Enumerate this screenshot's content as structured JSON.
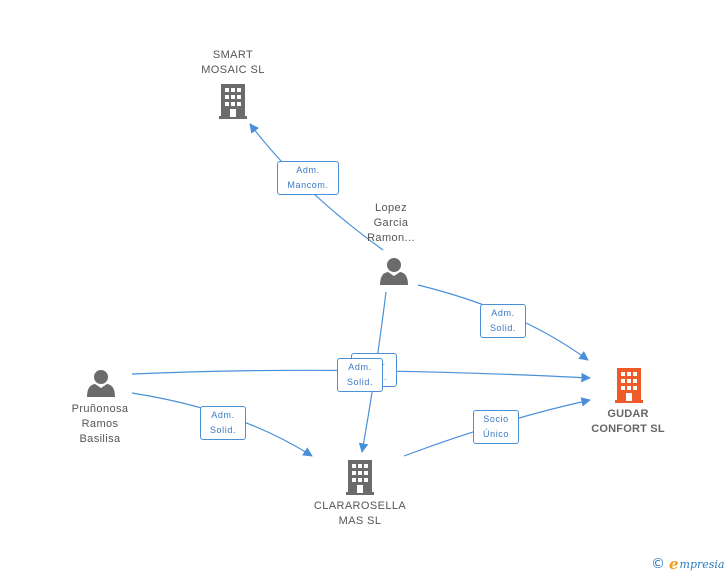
{
  "colors": {
    "edge": "#4a90d9",
    "company_icon": "#6b6b6b",
    "person_icon": "#6b6b6b",
    "main_company_icon": "#f05a28"
  },
  "nodes": {
    "smart_mosaic": {
      "label": "SMART\nMOSAIC SL",
      "icon": "building-icon"
    },
    "lopez_garcia": {
      "label": "Lopez\nGarcia\nRamon...",
      "icon": "person-icon"
    },
    "prunonosa": {
      "label": "Pruñonosa\nRamos\nBasilisa",
      "icon": "person-icon"
    },
    "clararosella": {
      "label": "CLARAROSELLA\nMAS SL",
      "icon": "building-icon"
    },
    "gudar_confort": {
      "label": "GUDAR\nCONFORT SL",
      "icon": "building-icon"
    }
  },
  "edges": {
    "lopez_to_smart": {
      "label": "Adm.\nMancom."
    },
    "lopez_to_gudar": {
      "label": "Adm.\nSolid."
    },
    "lopez_to_clararosella": {
      "label": "Adm.\nSolid."
    },
    "prunonosa_to_gudar": {
      "label": "Adm.\nSolid."
    },
    "prunonosa_to_clararosella": {
      "label": "Adm.\nSolid."
    },
    "clararosella_to_gudar": {
      "label": "Socio\nÚnico"
    }
  },
  "footer": {
    "copyright": "©",
    "brand_initial": "e",
    "brand_rest": "mpresia"
  }
}
